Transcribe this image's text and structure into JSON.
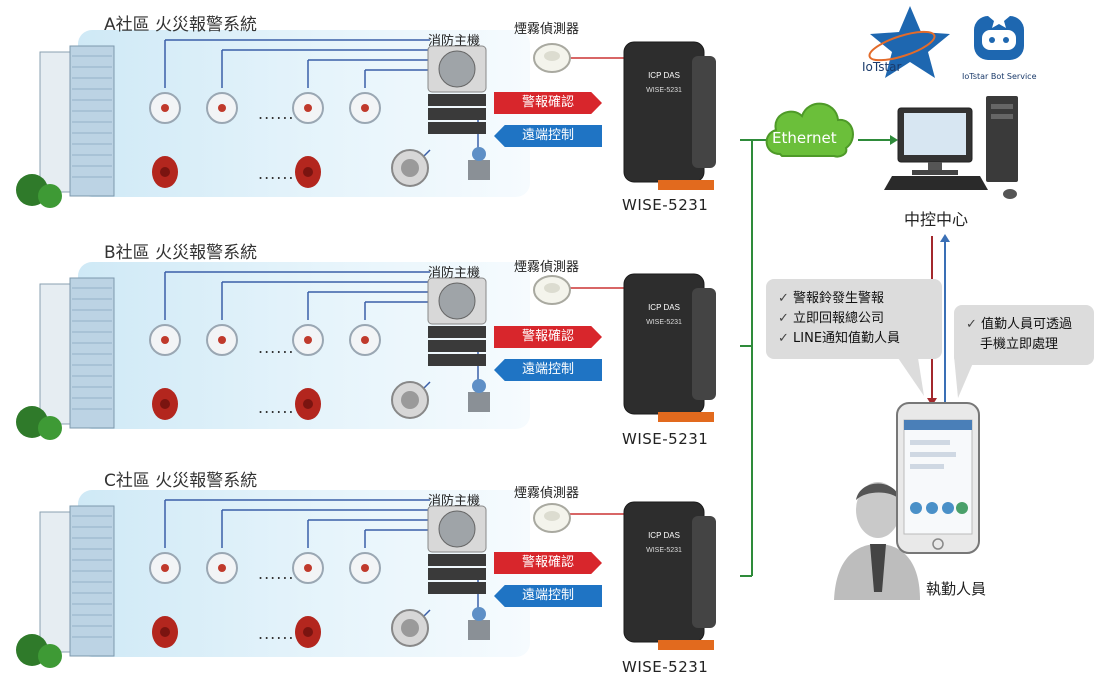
{
  "systems": [
    {
      "title": "A社區  火災報警系統",
      "host": "消防主機",
      "smoke": "煙霧偵測器",
      "alarm": "警報確認",
      "remote": "遠端控制",
      "device": "WISE-5231",
      "dots": "......"
    },
    {
      "title": "B社區  火災報警系統",
      "host": "消防主機",
      "smoke": "煙霧偵測器",
      "alarm": "警報確認",
      "remote": "遠端控制",
      "device": "WISE-5231",
      "dots": "......"
    },
    {
      "title": "C社區  火災報警系統",
      "host": "消防主機",
      "smoke": "煙霧偵測器",
      "alarm": "警報確認",
      "remote": "遠端控制",
      "device": "WISE-5231",
      "dots": "......"
    }
  ],
  "network": {
    "label": "Ethernet"
  },
  "control_center": {
    "label": "中控中心"
  },
  "logos": {
    "iotstar": "IoTstar",
    "iotstar_bot": "IoTstar Bot Service"
  },
  "bubble_left": {
    "items": [
      "警報鈴發生警報",
      "立即回報總公司",
      "LINE通知值勤人員"
    ]
  },
  "bubble_right": {
    "items": [
      "值勤人員可透過",
      "手機立即處理"
    ]
  },
  "staff": {
    "label": "執勤人員"
  },
  "device_brand": {
    "logo": "ICP DAS",
    "model": "WISE-5231"
  },
  "colors": {
    "cloud": "#6bbf3a",
    "red_arrow": "#d8262c",
    "blue_arrow": "#1f74c4",
    "panel": "#d6ecf7",
    "line_green": "#2e8b3a"
  }
}
